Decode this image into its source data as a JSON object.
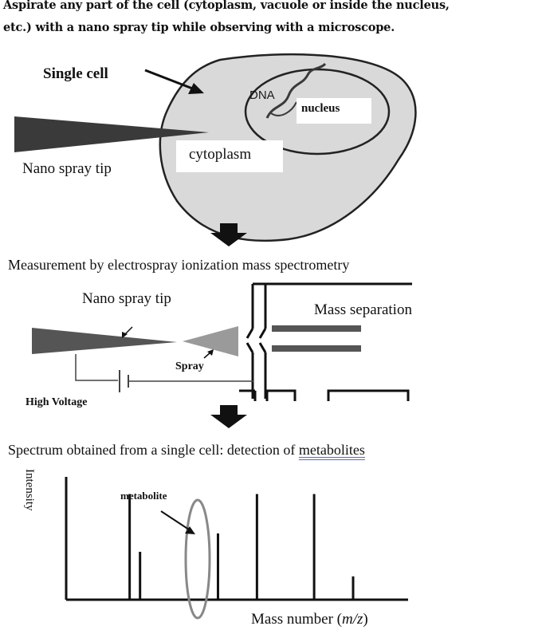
{
  "header": {
    "line1": "Aspirate any part of the cell (cytoplasm, vacuole or inside the nucleus,",
    "line2": "etc.) with a nano spray tip while observing with a microscope."
  },
  "cell_panel": {
    "single_cell": "Single cell",
    "dna": "DNA",
    "nucleus": "nucleus",
    "cytoplasm": "cytoplasm",
    "nano_spray_tip": "Nano spray tip",
    "colors": {
      "cell_fill": "#d9d9d9",
      "tip_fill": "#3a3a3a"
    }
  },
  "esi_panel": {
    "title": "Measurement by electrospray ionization mass spectrometry",
    "nano_spray_tip": "Nano spray tip",
    "mass_separation": "Mass separation",
    "spray": "Spray",
    "high_voltage": "High Voltage",
    "colors": {
      "tip_fill": "#555555",
      "spray_fill": "#9a9a9a",
      "bar_fill": "#555555"
    }
  },
  "spectrum_panel": {
    "title_prefix": "Spectrum obtained from a single cell: detection of ",
    "title_link": "metabolites",
    "ylabel": "Intensity",
    "xlabel_prefix": "Mass number (",
    "xlabel_italic": "m/z",
    "xlabel_suffix": ")",
    "metabolite_label": "metabolite"
  },
  "chart_data": {
    "type": "bar",
    "title": "Spectrum obtained from a single cell: detection of metabolites",
    "xlabel": "Mass number (m/z)",
    "ylabel": "Intensity",
    "peaks": [
      {
        "x": 0.14,
        "intensity": 0.86
      },
      {
        "x": 0.18,
        "intensity": 0.39
      },
      {
        "x": 0.48,
        "intensity": 0.54,
        "highlighted": true
      },
      {
        "x": 0.63,
        "intensity": 0.86
      },
      {
        "x": 0.85,
        "intensity": 0.86
      },
      {
        "x": 1.0,
        "intensity": 0.19
      }
    ]
  }
}
